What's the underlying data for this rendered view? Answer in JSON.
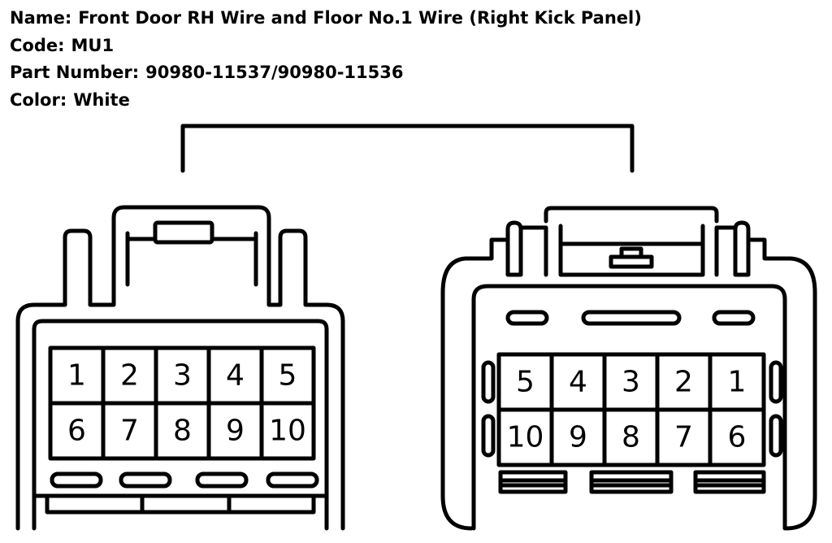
{
  "header": {
    "name_label": "Name:",
    "name_value": "Front Door RH Wire and Floor No.1 Wire (Right Kick Panel)",
    "code_label": "Code:",
    "code_value": "MU1",
    "part_label": "Part Number:",
    "part_value": "90980-11537/90980-11536",
    "color_label": "Color:",
    "color_value": "White"
  },
  "left_connector": {
    "pins_row1": [
      "1",
      "2",
      "3",
      "4",
      "5"
    ],
    "pins_row2": [
      "6",
      "7",
      "8",
      "9",
      "10"
    ]
  },
  "right_connector": {
    "pins_row1": [
      "5",
      "4",
      "3",
      "2",
      "1"
    ],
    "pins_row2": [
      "10",
      "9",
      "8",
      "7",
      "6"
    ]
  }
}
